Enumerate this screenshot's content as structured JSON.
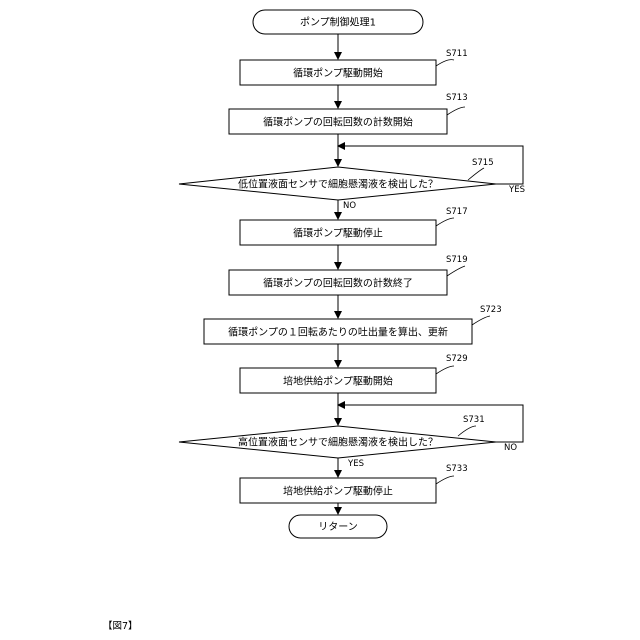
{
  "figure_label": "【図7】",
  "start": {
    "label": "ポンプ制御処理1"
  },
  "end": {
    "label": "リターン"
  },
  "steps": {
    "s711": {
      "id": "S711",
      "label": "循環ポンプ駆動開始"
    },
    "s713": {
      "id": "S713",
      "label": "循環ポンプの回転回数の計数開始"
    },
    "s715": {
      "id": "S715",
      "label": "低位置液面センサで細胞懸濁液を検出した？",
      "yes": "YES",
      "no": "NO"
    },
    "s717": {
      "id": "S717",
      "label": "循環ポンプ駆動停止"
    },
    "s719": {
      "id": "S719",
      "label": "循環ポンプの回転回数の計数終了"
    },
    "s723": {
      "id": "S723",
      "label": "循環ポンプの１回転あたりの吐出量を算出、更新"
    },
    "s729": {
      "id": "S729",
      "label": "培地供給ポンプ駆動開始"
    },
    "s731": {
      "id": "S731",
      "label": "高位置液面センサで細胞懸濁液を検出した？",
      "yes": "YES",
      "no": "NO"
    },
    "s733": {
      "id": "S733",
      "label": "培地供給ポンプ駆動停止"
    }
  }
}
